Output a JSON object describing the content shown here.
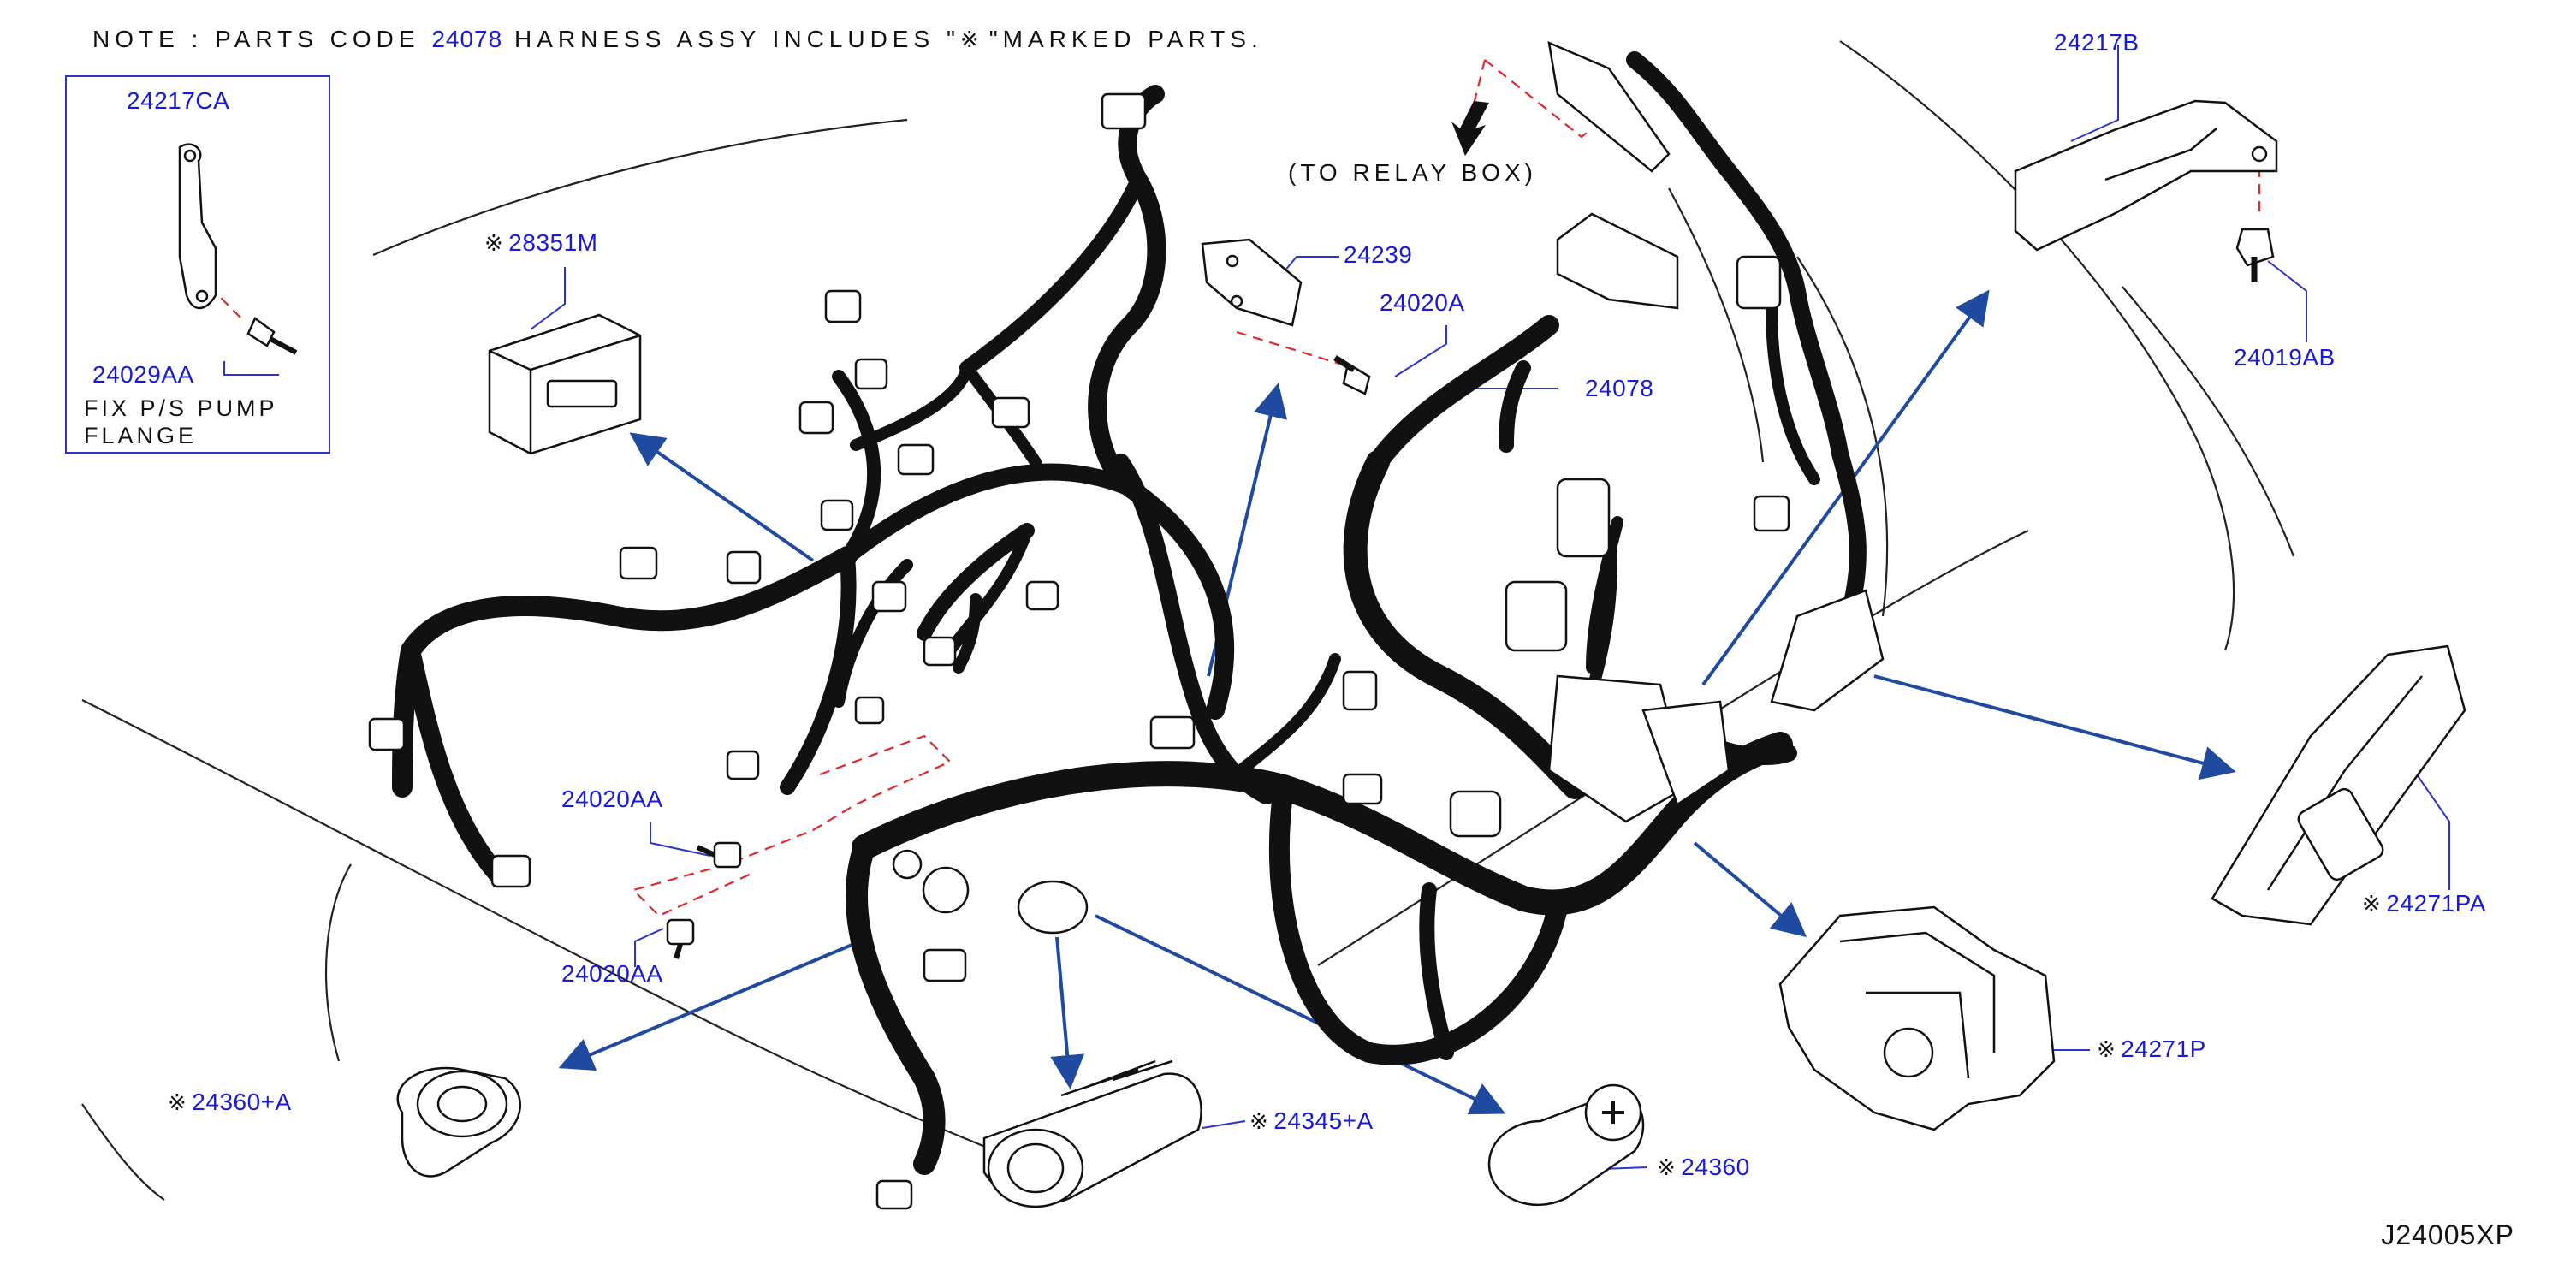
{
  "note": {
    "prefix": "NOTE : PARTS CODE",
    "code": "24078",
    "suffix": "HARNESS ASSY   INCLUDES \"",
    "mark_after": "\"MARKED PARTS."
  },
  "marker_symbol": "※",
  "relay": "(TO RELAY BOX)",
  "inset": {
    "top_label": "24217CA",
    "bottom_label": "24029AA",
    "fix_line1": "FIX P/S PUMP",
    "fix_line2": "FLANGE"
  },
  "labels": {
    "p28351M": "28351M",
    "p24239": "24239",
    "p24020A": "24020A",
    "p24078": "24078",
    "p24217B": "24217B",
    "p24019AB": "24019AB",
    "p24020AA_top": "24020AA",
    "p24020AA_bottom": "24020AA",
    "p24271PA": "24271PA",
    "p24271P": "24271P",
    "p24360A": "24360+A",
    "p24345A": "24345+A",
    "p24360": "24360"
  },
  "diagram_id": "J24005XP",
  "colors": {
    "label_blue": "#1a1ad6",
    "arrow_blue": "#1f4aa0",
    "dash_red": "#e0282e",
    "harness_black": "#111111"
  }
}
